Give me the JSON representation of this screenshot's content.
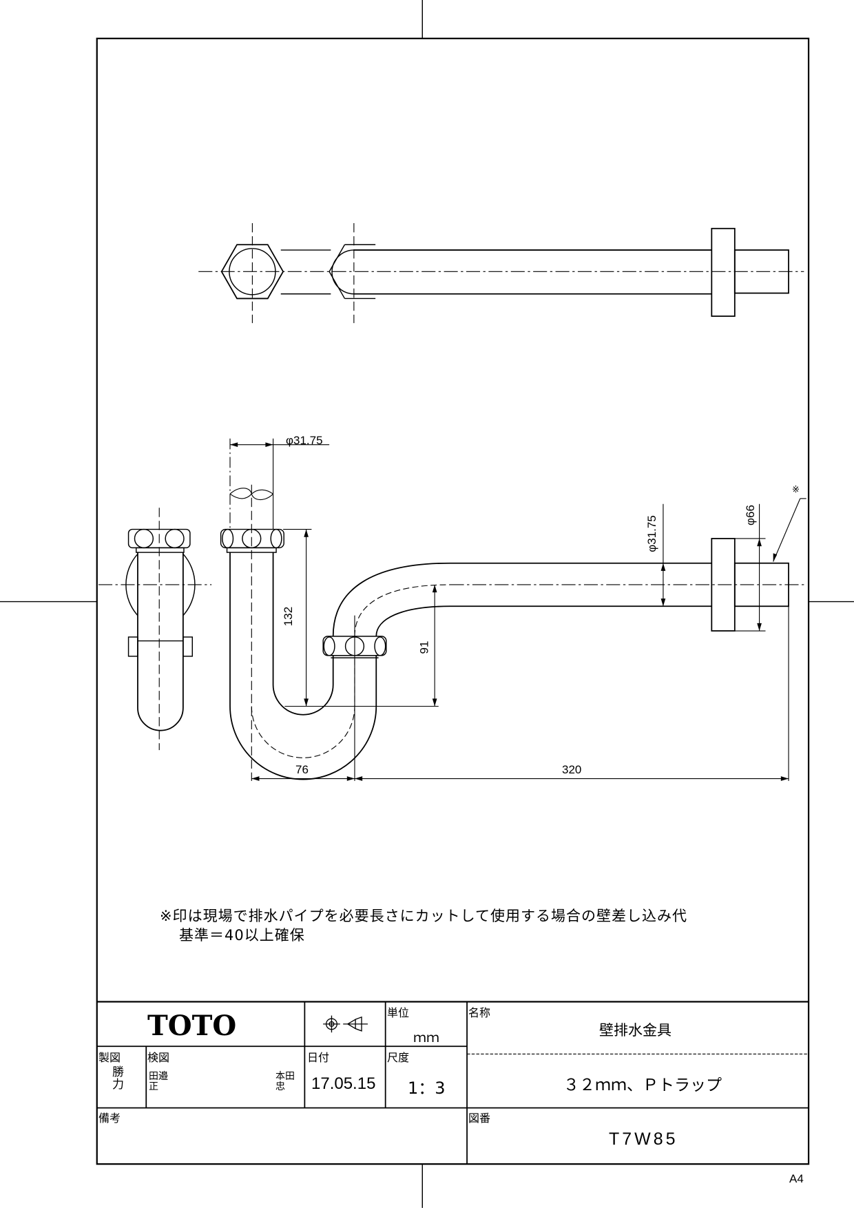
{
  "drawing": {
    "dims": {
      "pipe_dia_top": "φ31.75",
      "pipe_dia_right": "φ31.75",
      "flange_dia": "φ66",
      "height_132": "132",
      "height_91": "91",
      "width_76": "76",
      "length_320": "320",
      "mark": "※"
    },
    "note": {
      "line1": "※印は現場で排水パイプを必要長さにカットして使用する場合の壁差し込み代",
      "line2": "基準＝40以上確保"
    }
  },
  "title_block": {
    "brand": "TOTO",
    "projection_symbol": "third-angle-projection-icon",
    "unit_label": "単位",
    "unit_value": "ｍｍ",
    "name_label": "名称",
    "name_value": "壁排水金具",
    "drawn_label": "製図",
    "drawn_value": "勝力",
    "checked_label": "検図",
    "checked_value_1": "田邉正",
    "checked_value_2": "本田忠",
    "date_label": "日付",
    "date_value": "17.05.15",
    "scale_label": "尺度",
    "scale_value": "1：3",
    "spec_value": "３２ｍｍ、Ｐトラップ",
    "remarks_label": "備考",
    "drawing_no_label": "図番",
    "drawing_no_value": "T7W85",
    "paper_size": "A4"
  }
}
